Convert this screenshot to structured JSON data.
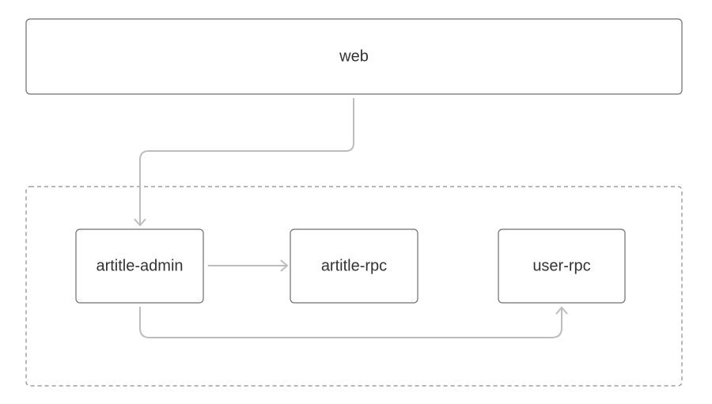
{
  "nodes": {
    "web": "web",
    "artitle_admin": "artitle-admin",
    "artitle_rpc": "artitle-rpc",
    "user_rpc": "user-rpc"
  },
  "edges": [
    {
      "from": "web",
      "to": "artitle-admin"
    },
    {
      "from": "artitle-admin",
      "to": "artitle-rpc"
    },
    {
      "from": "artitle-admin",
      "to": "user-rpc"
    }
  ],
  "colors": {
    "node_border": "#6e6e6e",
    "connector": "#bdbdbd",
    "group_border": "#8a8a8a",
    "text": "#333333"
  }
}
